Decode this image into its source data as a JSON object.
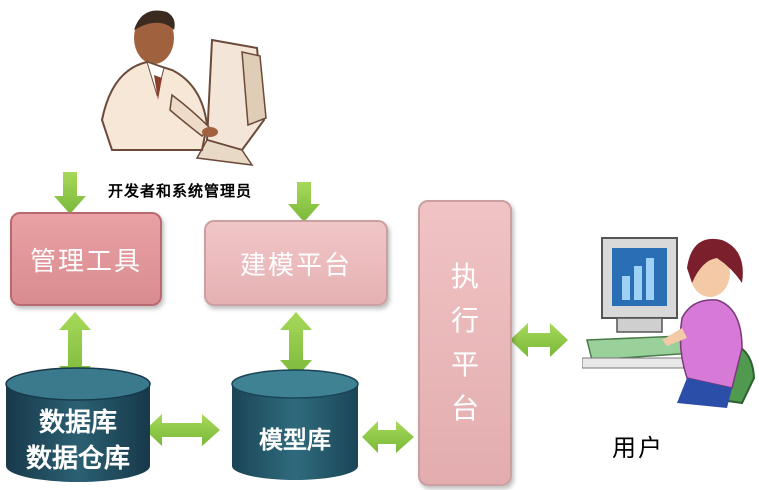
{
  "labels": {
    "developer": "开发者和系统管理员",
    "user": "用户"
  },
  "boxes": {
    "tools": "管理工具",
    "modeling": "建模平台",
    "execution": [
      "执",
      "行",
      "平",
      "台"
    ],
    "database_line1": "数据库",
    "database_line2": "数据仓库",
    "model_repo": "模型库"
  },
  "colors": {
    "arrow_green": "#8dc63f",
    "box_pink": "#e9a1a4",
    "box_light_pink": "#f1c6c7",
    "cylinder_dark": "#23505f"
  },
  "icons": [
    "developer-at-computer-icon",
    "user-at-computer-icon"
  ]
}
